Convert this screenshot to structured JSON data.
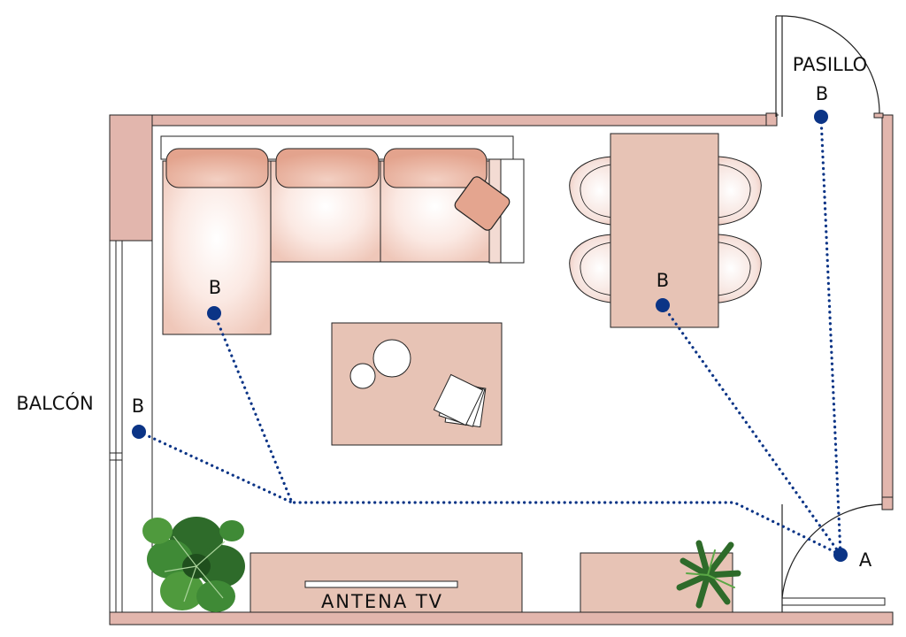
{
  "labels": {
    "pasillo": "PASILLO",
    "balcon": "BALCÓN",
    "antena": "ANTENA TV",
    "point_a": "A",
    "point_b": "B"
  },
  "colors": {
    "wall": "#e2b6ad",
    "furniture": "#e7c3b5",
    "cushion": "#e9b09e",
    "path": "#0b3486",
    "line": "#222222",
    "plant_dark": "#2e6b2a",
    "plant_light": "#4f9a3d"
  },
  "icons": {
    "plant_left": "monstera-plant-icon",
    "plant_right": "palm-plant-icon",
    "papers": "papers-icon",
    "cups": "cups-icon"
  }
}
